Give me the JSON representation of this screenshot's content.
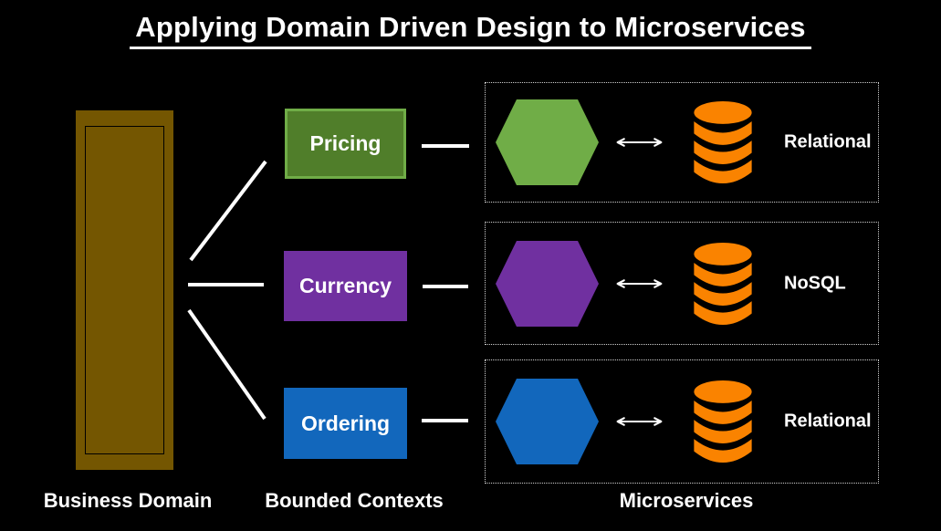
{
  "title": "Applying Domain Driven Design to Microservices",
  "columns": {
    "business_domain_label": "Business Domain",
    "bounded_contexts_label": "Bounded Contexts",
    "microservices_label": "Microservices"
  },
  "colors": {
    "background": "#000000",
    "text": "#FFFFFF",
    "connector": "#FFFFFF",
    "business_domain_fill": "#745601",
    "business_domain_inner_border": "#000000",
    "dashed_border": "#CFCFCF",
    "database_orange": "#FA8300",
    "arrow_white": "#FFFFFF"
  },
  "icons": {
    "service_shape": "hexagon",
    "link": "double-headed-arrow",
    "storage": "database-cylinder"
  },
  "rows": [
    {
      "context_label": "Pricing",
      "box_fill": "#507E2A",
      "box_border": "#70AD47",
      "hex_color": "#70AD47",
      "db_label": "Relational"
    },
    {
      "context_label": "Currency",
      "box_fill": "#7030A0",
      "box_border": "#7030A0",
      "hex_color": "#7030A0",
      "db_label": "NoSQL"
    },
    {
      "context_label": "Ordering",
      "box_fill": "#1267BC",
      "box_border": "#1267BC",
      "hex_color": "#1267BC",
      "db_label": "Relational"
    }
  ]
}
